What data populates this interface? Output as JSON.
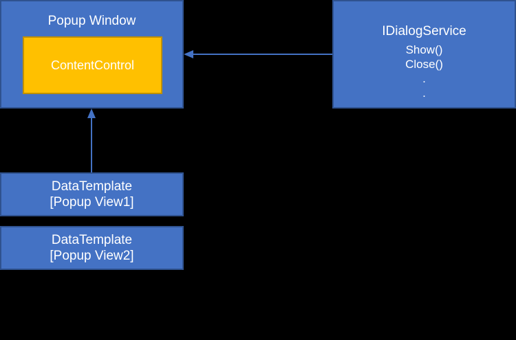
{
  "colors": {
    "background": "#000000",
    "box_fill": "#4472C4",
    "box_border": "#2F528F",
    "inner_fill": "#FFC000",
    "inner_border": "#BF9000",
    "connector": "#4472C4",
    "text": "#FFFFFF"
  },
  "popup_window": {
    "title": "Popup Window",
    "content_control": "ContentControl"
  },
  "dialog_service": {
    "title": "IDialogService",
    "methods": [
      "Show()",
      "Close()",
      ".",
      "."
    ]
  },
  "data_templates": [
    {
      "line1": "DataTemplate",
      "line2": "[Popup View1]"
    },
    {
      "line1": "DataTemplate",
      "line2": "[Popup View2]"
    }
  ]
}
